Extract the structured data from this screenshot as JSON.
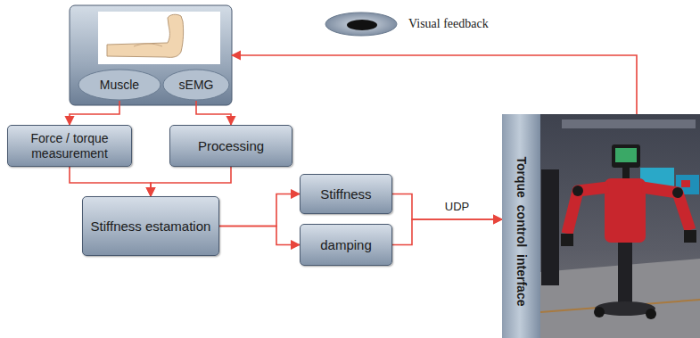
{
  "diagram": {
    "nodes": [
      {
        "text": []
      },
      {
        "text": [
          "Muscle"
        ],
        "in": 0
      },
      {
        "text": [
          "sEMG"
        ],
        "in": 0
      },
      {
        "text": [
          "Force / torque measurement"
        ]
      },
      {
        "text": [
          "Processing"
        ]
      },
      {
        "text": [
          "Stiffness estamation"
        ]
      },
      {
        "text": [
          "Stiffness"
        ]
      },
      {
        "text": [
          "damping"
        ]
      },
      {
        "text": [
          "Torque control interface"
        ]
      }
    ],
    "edges": [
      {
        "from": 1,
        "to": 3,
        "arrow": "to"
      },
      {
        "from": 2,
        "to": 4,
        "arrow": "to"
      },
      {
        "from": 3,
        "to": 5,
        "arrow": "to"
      },
      {
        "from": 4,
        "to": 5,
        "arrow": "to"
      },
      {
        "from": 5,
        "to": 6,
        "arrow": "to"
      },
      {
        "from": 5,
        "to": 7,
        "arrow": "to"
      },
      {
        "from": 6,
        "to": 8,
        "label": "UDP",
        "arrow": "to"
      },
      {
        "from": 7,
        "to": 8,
        "arrow": "to"
      },
      {
        "from": 8,
        "to": 0,
        "arrow": "to"
      }
    ],
    "legend": [
      {
        "text": "Visual feedback"
      }
    ]
  }
}
